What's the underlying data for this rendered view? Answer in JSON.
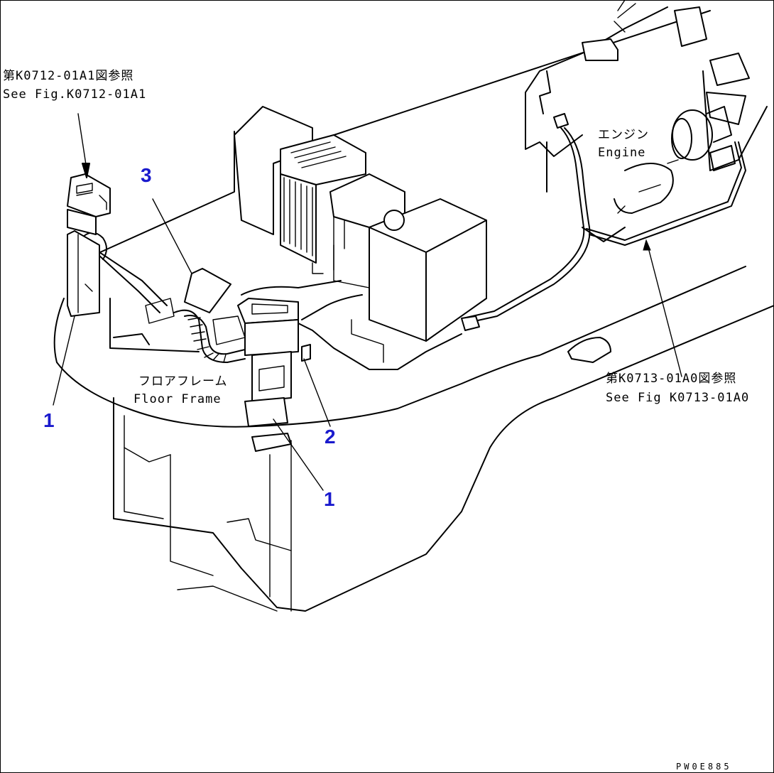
{
  "colors": {
    "line": "#000000",
    "callout": "#1a1acd",
    "background": "#ffffff"
  },
  "references": {
    "top_left": {
      "jp": "第K0712-01A1図参照",
      "en": "See Fig.K0712-01A1"
    },
    "right": {
      "jp": "第K0713-01A0図参照",
      "en": "See Fig K0713-01A0"
    }
  },
  "labels": {
    "floor_frame": {
      "jp": "フロアフレーム",
      "en": "Floor Frame"
    },
    "engine": {
      "jp": "エンジン",
      "en": "Engine"
    }
  },
  "callouts": {
    "part_1_left": "1",
    "part_1_center": "1",
    "part_2": "2",
    "part_3": "3"
  },
  "drawing_code": "PW0E885"
}
